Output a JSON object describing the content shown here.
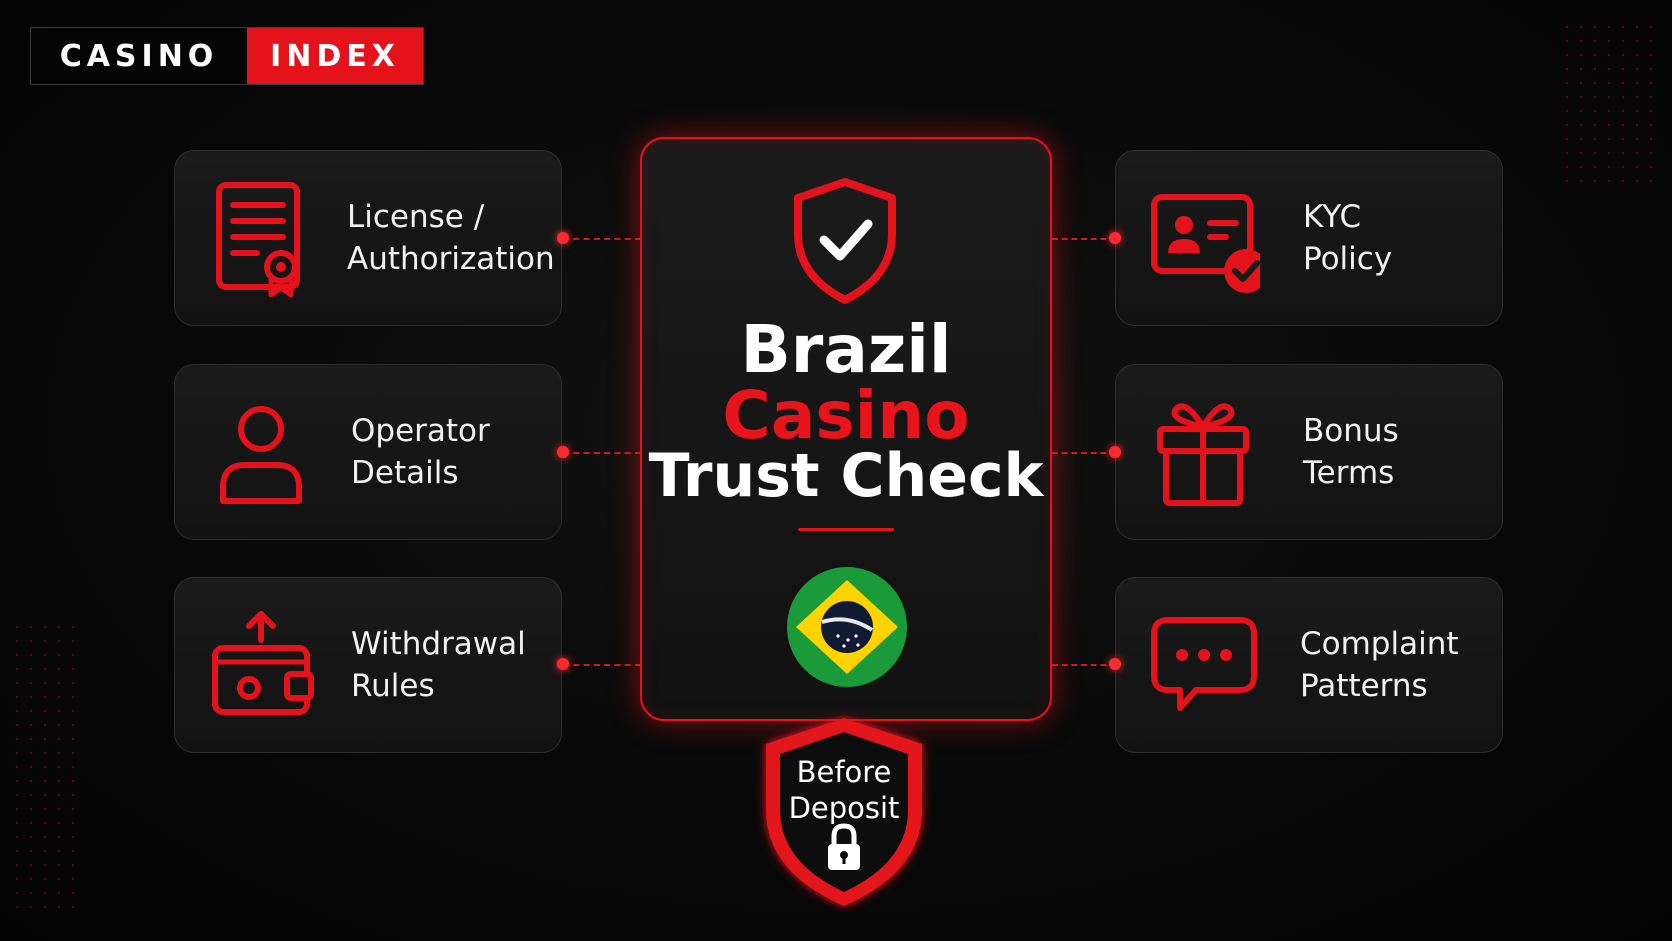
{
  "brand": {
    "logo_left": "CASINO",
    "logo_right": "INDEX",
    "accent_color": "#e3121b"
  },
  "center": {
    "title_line1": "Brazil",
    "title_line2": "Casino",
    "title_line3": "Trust Check",
    "top_icon": "shield-check-icon",
    "flag": "brazil-flag-icon"
  },
  "badge": {
    "line1": "Before",
    "line2": "Deposit",
    "icon": "lock-icon"
  },
  "left_cards": [
    {
      "line1": "License /",
      "line2": "Authorization",
      "icon": "license-document-icon"
    },
    {
      "line1": "Operator",
      "line2": "Details",
      "icon": "user-icon"
    },
    {
      "line1": "Withdrawal",
      "line2": "Rules",
      "icon": "wallet-withdraw-icon"
    }
  ],
  "right_cards": [
    {
      "line1": "KYC",
      "line2": "Policy",
      "icon": "id-card-check-icon"
    },
    {
      "line1": "Bonus",
      "line2": "Terms",
      "icon": "gift-icon"
    },
    {
      "line1": "Complaint",
      "line2": "Patterns",
      "icon": "chat-bubble-icon"
    }
  ]
}
